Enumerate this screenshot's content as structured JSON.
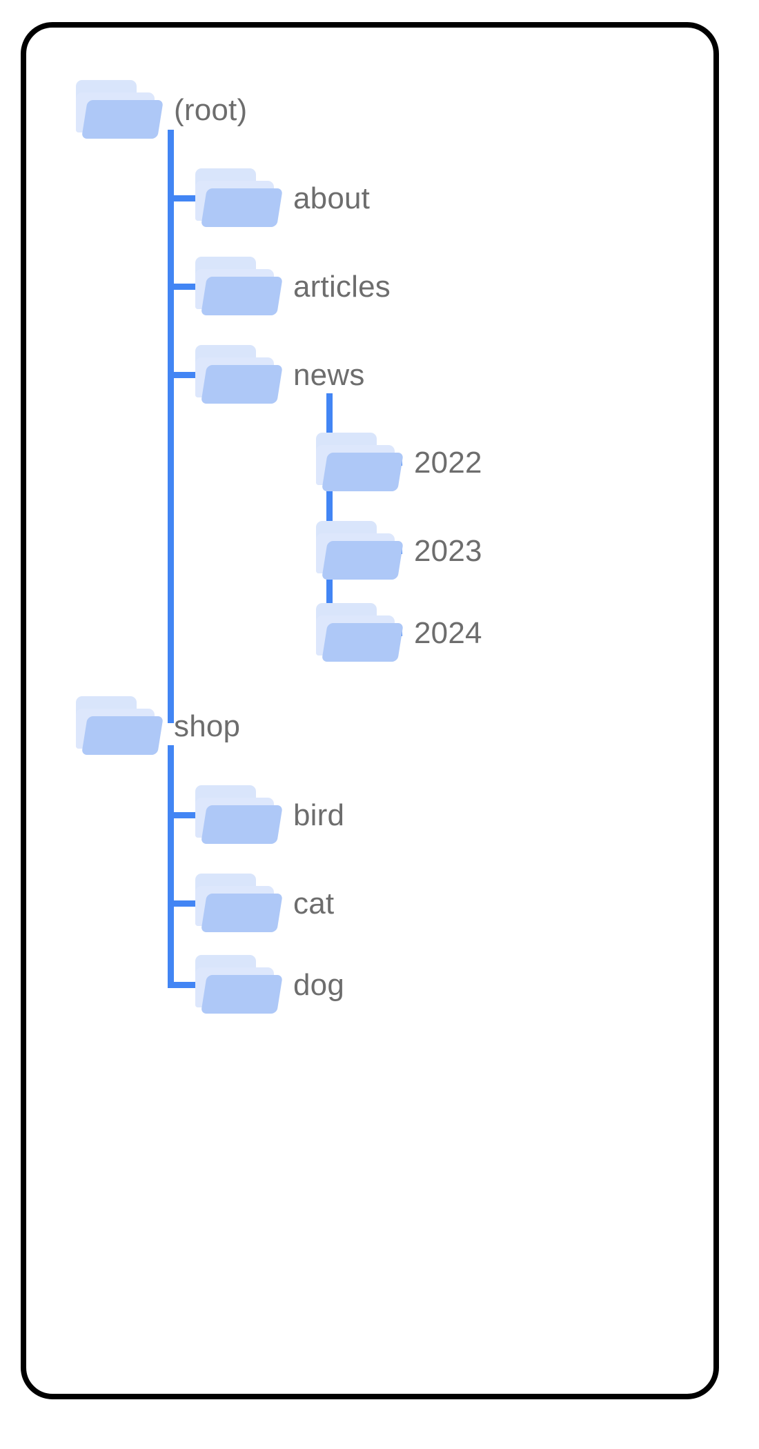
{
  "diagram": {
    "title": "folder-tree",
    "type": "file-tree",
    "colors": {
      "connector": "#4285f4",
      "folder_front": "#aec8f7",
      "folder_back": "#dde7fc",
      "label_text": "#6d6d6d",
      "card_border": "#000000",
      "background": "#ffffff"
    }
  },
  "tree": {
    "nodes": [
      {
        "id": "root",
        "label": "(root)",
        "depth": 0,
        "icon": "folder-icon"
      },
      {
        "id": "about",
        "label": "about",
        "depth": 1,
        "icon": "folder-icon"
      },
      {
        "id": "articles",
        "label": "articles",
        "depth": 1,
        "icon": "folder-icon"
      },
      {
        "id": "news",
        "label": "news",
        "depth": 1,
        "icon": "folder-icon"
      },
      {
        "id": "y2022",
        "label": "2022",
        "depth": 2,
        "icon": "folder-icon"
      },
      {
        "id": "y2023",
        "label": "2023",
        "depth": 2,
        "icon": "folder-icon"
      },
      {
        "id": "y2024",
        "label": "2024",
        "depth": 2,
        "icon": "folder-icon"
      },
      {
        "id": "shop",
        "label": "shop",
        "depth": 1,
        "icon": "folder-icon"
      },
      {
        "id": "bird",
        "label": "bird",
        "depth": 2,
        "icon": "folder-icon"
      },
      {
        "id": "cat",
        "label": "cat",
        "depth": 2,
        "icon": "folder-icon"
      },
      {
        "id": "dog",
        "label": "dog",
        "depth": 2,
        "icon": "folder-icon"
      }
    ]
  }
}
